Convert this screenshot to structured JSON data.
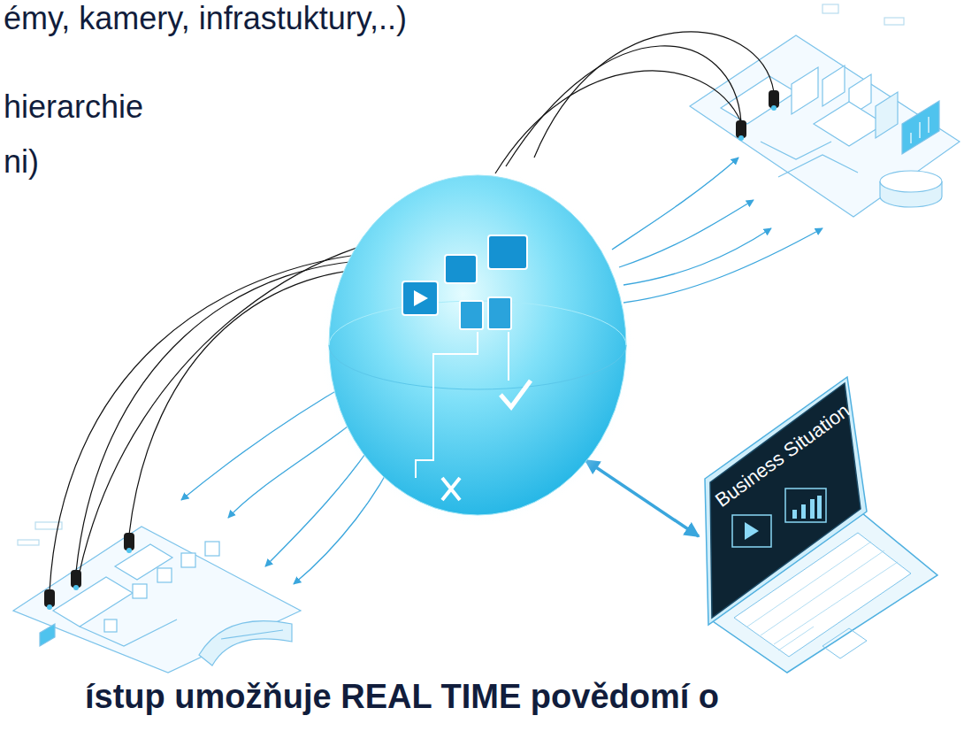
{
  "diagram": {
    "nodes": [
      {
        "text": [
          "Business Situation"
        ]
      }
    ],
    "labels": [
      "émy, kamery, infrastuktury,..)",
      "hierarchie",
      "ni)",
      "ístup umožňuje REAL TIME povědomí o"
    ]
  }
}
